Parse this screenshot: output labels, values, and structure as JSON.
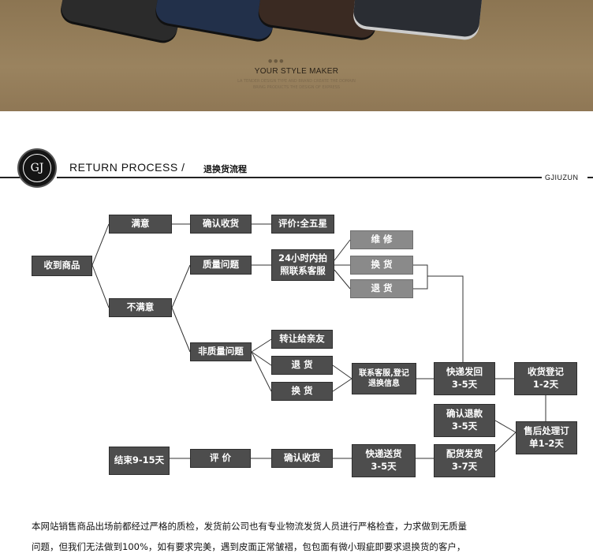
{
  "banner": {
    "tagline": "YOUR STYLE MAKER",
    "subtitle1": "LA TENDER DESIGN TYPE AND BRAND CREATE THE DOMAIN",
    "subtitle2": "BRING PRODUCTS THE DESIGN OF EXPRESS"
  },
  "header": {
    "logo_text": "GJ",
    "title_en": "RETURN PROCESS",
    "title_cn": "退换货流程",
    "brand": "GJIUZUN"
  },
  "flow": {
    "receive": "收到商品",
    "satisfied": "满意",
    "confirm_receipt": "确认收货",
    "review_stars": "评价:全五星",
    "unsatisfied": "不满意",
    "quality_issue": "质量问题",
    "service_24h": "24小时内拍照联系客服",
    "repair": "维 修",
    "exchange_q": "换 货",
    "return_q": "退 货",
    "non_quality": "非质量问题",
    "give_friend": "转让给亲友",
    "return_nq": "退 货",
    "exchange_nq": "换 货",
    "contact_service": "联系客服,登记退换信息",
    "ship_back": "快递发回 3-5天",
    "receive_register": "收货登记 1-2天",
    "confirm_refund": "确认退款 3-5天",
    "after_sales": "售后处理订单1-2天",
    "dispatch": "配货发货 3-7天",
    "courier_deliver": "快递送货 3-5天",
    "confirm_receipt2": "确认收货",
    "review": "评 价",
    "end": "结束9-15天"
  },
  "notice": {
    "line1": "本网站销售商品出场前都经过严格的质检，发货前公司也有专业物流发货人员进行严格检查，力求做到无质量",
    "line2": "问题，但我们无法做到100%，如有要求完美，遇到皮面正常皱褶，包包面有微小瑕疵即要求退换货的客户，"
  }
}
